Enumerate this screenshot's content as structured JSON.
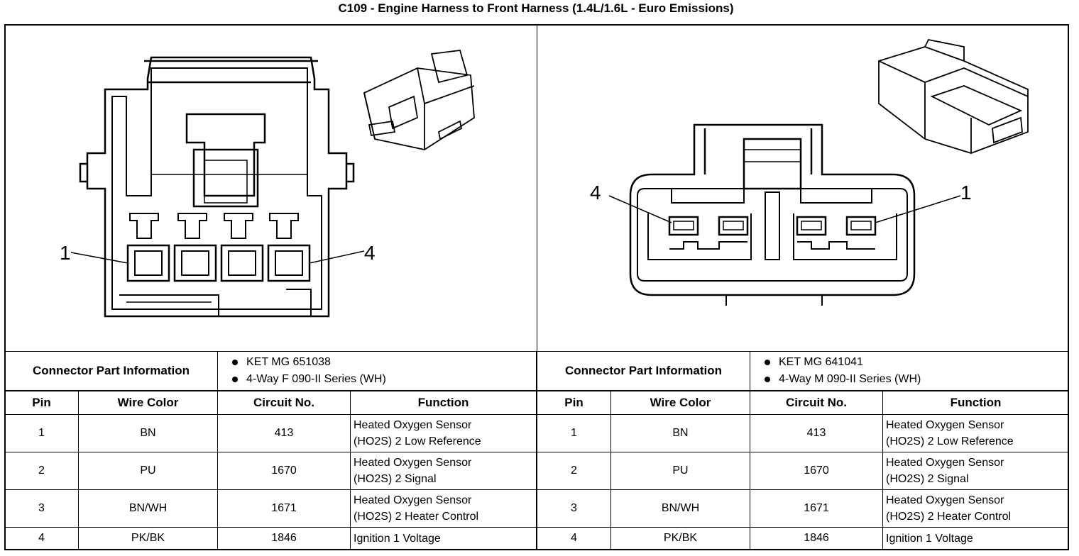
{
  "title": "C109 - Engine Harness to Front Harness (1.4L/1.6L - Euro Emissions)",
  "left": {
    "label_left": "1",
    "label_right": "4",
    "part_label": "Connector Part Information",
    "part_items": [
      "KET MG 651038",
      "4-Way F 090-II Series (WH)"
    ],
    "headers": {
      "pin": "Pin",
      "wire": "Wire Color",
      "circuit": "Circuit No.",
      "function": "Function"
    },
    "rows": [
      {
        "pin": "1",
        "wire": "BN",
        "circuit": "413",
        "f1": "Heated Oxygen Sensor",
        "f2": "(HO2S) 2 Low Reference"
      },
      {
        "pin": "2",
        "wire": "PU",
        "circuit": "1670",
        "f1": "Heated Oxygen Sensor",
        "f2": "(HO2S) 2 Signal"
      },
      {
        "pin": "3",
        "wire": "BN/WH",
        "circuit": "1671",
        "f1": "Heated Oxygen Sensor",
        "f2": "(HO2S) 2 Heater Control"
      },
      {
        "pin": "4",
        "wire": "PK/BK",
        "circuit": "1846",
        "f1": "Ignition 1 Voltage",
        "f2": ""
      }
    ]
  },
  "right": {
    "label_left": "4",
    "label_right": "1",
    "part_label": "Connector Part Information",
    "part_items": [
      "KET MG 641041",
      "4-Way M 090-II Series (WH)"
    ],
    "headers": {
      "pin": "Pin",
      "wire": "Wire Color",
      "circuit": "Circuit No.",
      "function": "Function"
    },
    "rows": [
      {
        "pin": "1",
        "wire": "BN",
        "circuit": "413",
        "f1": "Heated Oxygen Sensor",
        "f2": "(HO2S) 2 Low Reference"
      },
      {
        "pin": "2",
        "wire": "PU",
        "circuit": "1670",
        "f1": "Heated Oxygen Sensor",
        "f2": "(HO2S) 2 Signal"
      },
      {
        "pin": "3",
        "wire": "BN/WH",
        "circuit": "1671",
        "f1": "Heated Oxygen Sensor",
        "f2": "(HO2S) 2 Heater Control"
      },
      {
        "pin": "4",
        "wire": "PK/BK",
        "circuit": "1846",
        "f1": "Ignition 1 Voltage",
        "f2": ""
      }
    ]
  }
}
